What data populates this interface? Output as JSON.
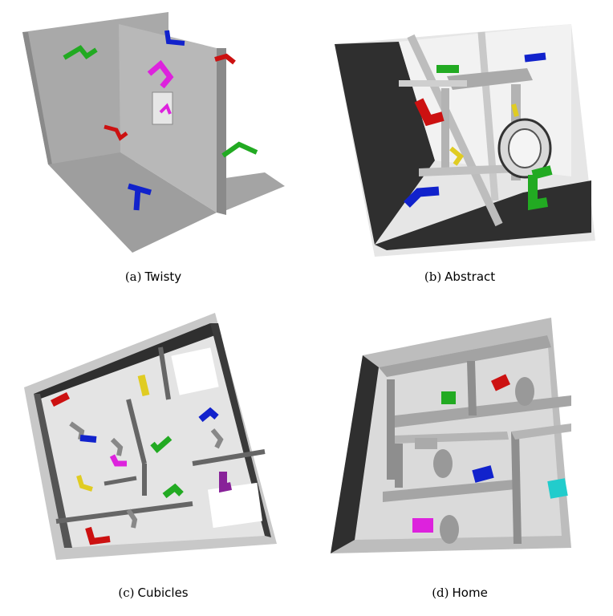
{
  "figures": [
    {
      "label": "(a)",
      "name": "Twisty"
    },
    {
      "label": "(b)",
      "name": "Abstract"
    },
    {
      "label": "(c)",
      "name": "Cubicles"
    },
    {
      "label": "(d)",
      "name": "Home"
    }
  ],
  "colors": {
    "red": "#cc1111",
    "green": "#22aa22",
    "blue": "#1122cc",
    "magenta": "#dd22dd",
    "yellow": "#e0cc22",
    "purple": "#882299",
    "cyan": "#22cccc",
    "wall": "#a8a8a8",
    "floor": "#d8d8d8",
    "dark": "#333333"
  }
}
